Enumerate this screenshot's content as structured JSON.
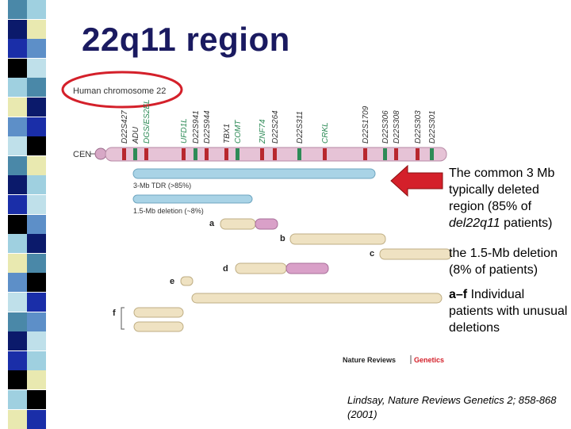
{
  "slide": {
    "title": "22q11 region",
    "notes": {
      "common_prefix": "The common 3 Mb typically deleted region (85% of ",
      "common_italic": "del22q11",
      "common_suffix": " patients)",
      "deletion_15mb": " the 1.5-Mb deletion (8% of patients)",
      "individual_bold": "a–f",
      "individual_rest": " Individual patients with unusual deletions"
    },
    "citation": "Lindsay, Nature Reviews Genetics 2; 858-868 (2001)"
  },
  "figure": {
    "chromosome_label": "Human chromosome 22",
    "centromere_label": "CEN",
    "markers": [
      {
        "label": "D22S427",
        "color": "#333333"
      },
      {
        "label": "ADU",
        "color": "#333333"
      },
      {
        "label": "DGS/ES2EL",
        "color": "#2e8b57"
      },
      {
        "label": "UFD1L",
        "color": "#2e8b57"
      },
      {
        "label": "D22S941",
        "color": "#333333"
      },
      {
        "label": "D22S944",
        "color": "#333333"
      },
      {
        "label": "TBX1",
        "color": "#333333"
      },
      {
        "label": "COMT",
        "color": "#2e8b57"
      },
      {
        "label": "ZNF74",
        "color": "#2e8b57"
      },
      {
        "label": "D22S264",
        "color": "#333333"
      },
      {
        "label": "D22S311",
        "color": "#333333"
      },
      {
        "label": "CRKL",
        "color": "#2e8b57"
      },
      {
        "label": "D22S1709",
        "color": "#333333"
      },
      {
        "label": "D22S306",
        "color": "#333333"
      },
      {
        "label": "D22S308",
        "color": "#333333"
      },
      {
        "label": "D22S303",
        "color": "#333333"
      },
      {
        "label": "D22S301",
        "color": "#333333"
      }
    ],
    "tdr_3mb_label": "3-Mb TDR (>85%)",
    "deletion_15mb_label": "1.5-Mb deletion (~8%)",
    "patients": [
      "a",
      "b",
      "c",
      "d",
      "e",
      "f"
    ],
    "publisher_label": "Nature Reviews",
    "publisher_section": "Genetics"
  },
  "colors": {
    "title": "#1a1a60",
    "chromosome": "#e6c3d6",
    "tdr_bar": "#a9d3e6",
    "deletion_bar": "#efe2c2",
    "pink_extension": "#d9a0c8",
    "arrow": "#d4202a",
    "highlight_ellipse": "#d4202a",
    "strip": [
      "#4a88a8",
      "#9fd0e0",
      "#0b1a6b",
      "#e9e9b0",
      "#1a2ea8",
      "#5d8fc8",
      "#000000",
      "#bfe0ea"
    ]
  }
}
